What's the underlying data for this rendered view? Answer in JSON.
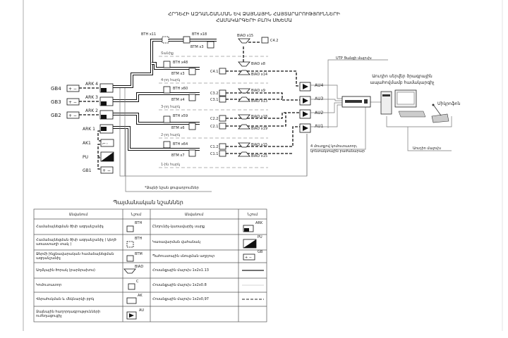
{
  "title": {
    "line1": "ՀՐԴԵՀԻ ԱԶԴԱՆՇԱՆՄԱՆ ԵՎ ՁԱՅՆԱՅԻՆ ՀԱՅՏԱՐԱՐՈՒԹՅՈՒՆՆԵՐԻ",
    "line2": "ՀԱՄԱԿԱՐԳԵՐԻ ԲԼՈԿ ՍԽԵՄԱ"
  },
  "floors": [
    "Տանիք",
    "4-րդ հարկ",
    "3-րդ հարկ",
    "2-րդ հարկ",
    "1-ին հարկ"
  ],
  "left": {
    "gb4": "GB4",
    "gb3": "GB3",
    "gb2": "GB2",
    "ark4": "ARK 4",
    "ark3": "ARK 3",
    "ark2": "ARK 2",
    "ark1": "ARK 1",
    "ak1": "AK1",
    "pu": "PU",
    "gb1": "GB1"
  },
  "detectors": {
    "bth11": "BTH x11",
    "bth18": "BTH x18",
    "btm3a": "BTM x3",
    "bth48": "BTH x48",
    "btm3b": "BTM x3",
    "bth60": "BTH x60",
    "btm4": "BTM x4",
    "bth59": "BTH x59",
    "btm6": "BTM x6",
    "bth64": "BTH x64",
    "btm7": "BTM x7"
  },
  "speakers": {
    "biad15top": "BIAD x15",
    "c42": "C4.2",
    "c41": "C4.1",
    "biad8": "BIAD x8",
    "biad14": "BIAD x14",
    "c32": "C3.2",
    "c31": "C3.1",
    "biad9": "BIAD x9",
    "biad13": "BIAD x13",
    "c22": "C2.2",
    "c21": "C2.1",
    "biad18": "BIAD x18",
    "biad19": "BIAD x19",
    "c12": "C1.2",
    "c11": "C1.1",
    "biad15a": "BIAD x15",
    "biad15b": "BIAD x15"
  },
  "amps": [
    "AU4",
    "AU3",
    "AU2",
    "AU1"
  ],
  "right": {
    "utp": "UTP Ցանցի մալուխ",
    "server1": "Աուդիո սերվեր ծրագրային",
    "server2": "ապահովմամբ համակարգիչ",
    "mic": "Միկրոֆոն",
    "switch1": "4 մուտքով կոմուտատոր,",
    "switch2": "կոնտակտային բաժանարար",
    "audio_cable": "Աուդիո մալուխ"
  },
  "note": "*Ձայնի նշան ցուցադրումներ",
  "legend": {
    "title": "Պայմանական նշաններ",
    "headers": [
      "Անվանում",
      "Նշում",
      "Անվանում",
      "Նշում"
    ],
    "left_rows": [
      {
        "name": "Համաձայնեցման ծխի ազդանշանիչ",
        "code": "BTH"
      },
      {
        "name": "Համաձայնեցման ծխի ազդանշանիչ ( կեղծ առաստաղի տակ )",
        "code": "BTH"
      },
      {
        "name": "Ջերմի ինքնավարական համաձայնեցման ազդանշանիչ",
        "code": "BTM"
      },
      {
        "name": "Աղմկային ծորակ (բարձրախոս)",
        "code": "BIAD"
      },
      {
        "name": "Կոմուտատոր",
        "code": "C"
      },
      {
        "name": "Վերահսկման և մեկնարկի բլոկ",
        "code": "AK"
      },
      {
        "name": "Ձայնային հաղորդագրությունների ուժեղացուցիչ",
        "code": "AU"
      }
    ],
    "right_rows": [
      {
        "name": "Ընդունիչ-կառավարիչ սարք",
        "code": "ARK"
      },
      {
        "name": "Կառավարման վահանակ",
        "code": "PU"
      },
      {
        "name": "Պահուստային սնուցման աղբյուր",
        "code": "GB"
      },
      {
        "name": "Հոսանքային մալուխ  1x2x1.13",
        "code": ""
      },
      {
        "name": "Հոսանքային մալուխ  1x2x0.8",
        "code": ""
      },
      {
        "name": "Հոսանքային մալուխ  1x2x0,97",
        "code": ""
      }
    ]
  }
}
